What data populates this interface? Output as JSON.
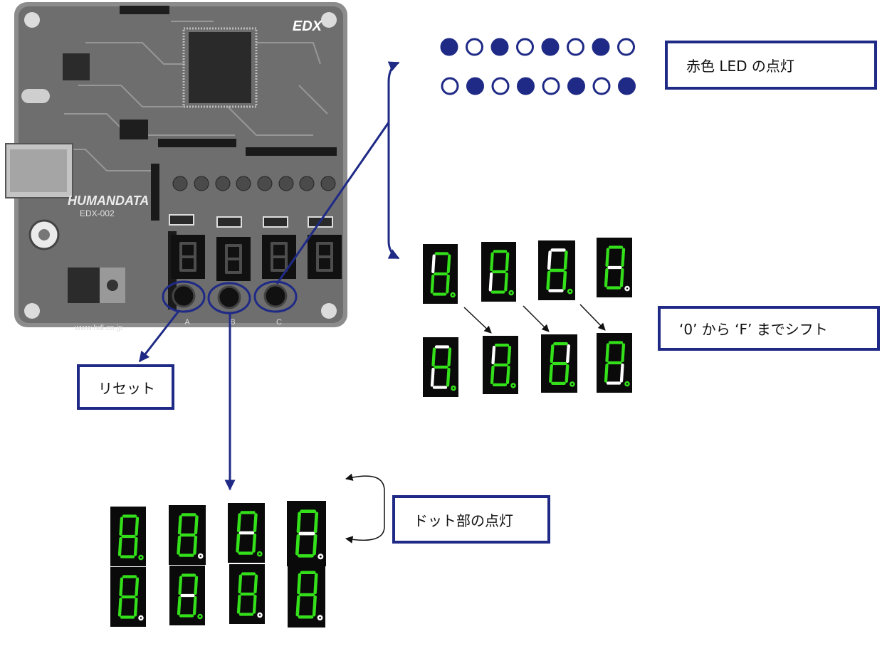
{
  "board": {
    "brand_label": "EDX",
    "maker_label": "HUMANDATA",
    "model_label": "EDX-002",
    "url_label": "www.hdl.co.jp",
    "button_labels": [
      "A",
      "B",
      "C"
    ]
  },
  "callouts": {
    "led": "赤色 LED の点灯",
    "shift": "‘0’ から ‘F’ までシフト",
    "reset": "リセット",
    "dot": "ドット部の点灯"
  },
  "led_patterns": [
    [
      1,
      0,
      1,
      0,
      1,
      0,
      1,
      0
    ],
    [
      0,
      1,
      0,
      1,
      0,
      1,
      0,
      1
    ]
  ],
  "colors": {
    "accent": "#1f2a86",
    "segment_green": "#33e01a",
    "segment_white": "#ffffff",
    "digit_background": "#0a0a0a"
  },
  "icons": [
    "led-on-icon",
    "led-off-icon",
    "arrow-icon",
    "seven-segment-display-icon"
  ]
}
